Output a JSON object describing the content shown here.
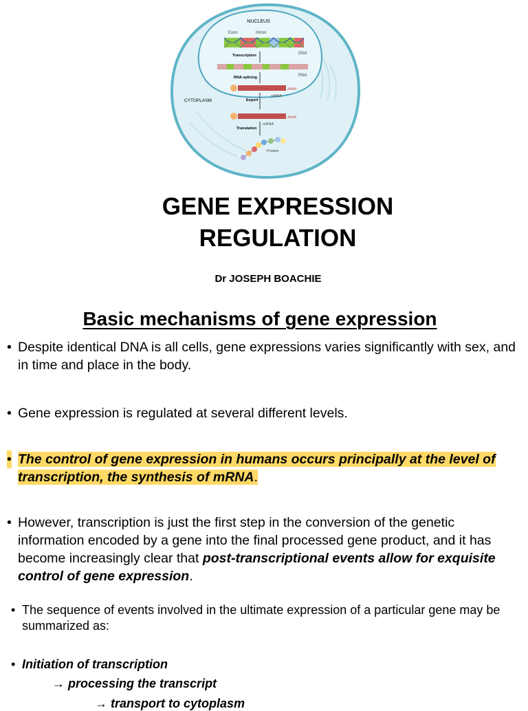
{
  "figure": {
    "labels": {
      "nucleus": "NUCLEUS",
      "exon": "Exon",
      "intron": "Intron",
      "dna": "DNA",
      "transcription": "Transcription",
      "rna": "RNA",
      "rna_splicing": "RNA splicing",
      "mrna1": "mRNA",
      "export": "Export",
      "cytoplasm": "CYTOPLASM",
      "mrna2": "mRNA",
      "translation": "Translation",
      "protein": "Protein",
      "polya1": "AAAA",
      "polya2": "AAAA"
    }
  },
  "title": {
    "line1": "GENE EXPRESSION",
    "line2": "REGULATION"
  },
  "author": "Dr JOSEPH BOACHIE",
  "heading": "Basic mechanisms of gene expression",
  "bullets": {
    "b1": "Despite identical DNA is all cells, gene expressions varies significantly with sex, and in time and place in the body.",
    "b2": "Gene expression is regulated at several different levels.",
    "b3_em": "The control of gene expression in humans occurs principally at the level of transcription, the synthesis of mRNA",
    "b3_tail": ".",
    "b4_plain": "However, transcription is just the first step in the conversion of the genetic information encoded by a gene into the final processed gene product, and it has become increasingly clear that ",
    "b4_em": "post-transcriptional events allow for exquisite control of gene expression",
    "b4_tail": ".",
    "b5": "The sequence of events involved in the ultimate expression of a particular gene may be summarized as:",
    "b6": "Initiation of transcription",
    "step2": "→ processing the transcript",
    "step3": "→ transport to cytoplasm"
  },
  "bullet_symbol": "•",
  "colors": {
    "highlight": "#ffd966",
    "cell_fill": "#dff1f6",
    "membrane": "#5fb4c8",
    "exon": "#8cc63f",
    "intron": "#e06666"
  }
}
